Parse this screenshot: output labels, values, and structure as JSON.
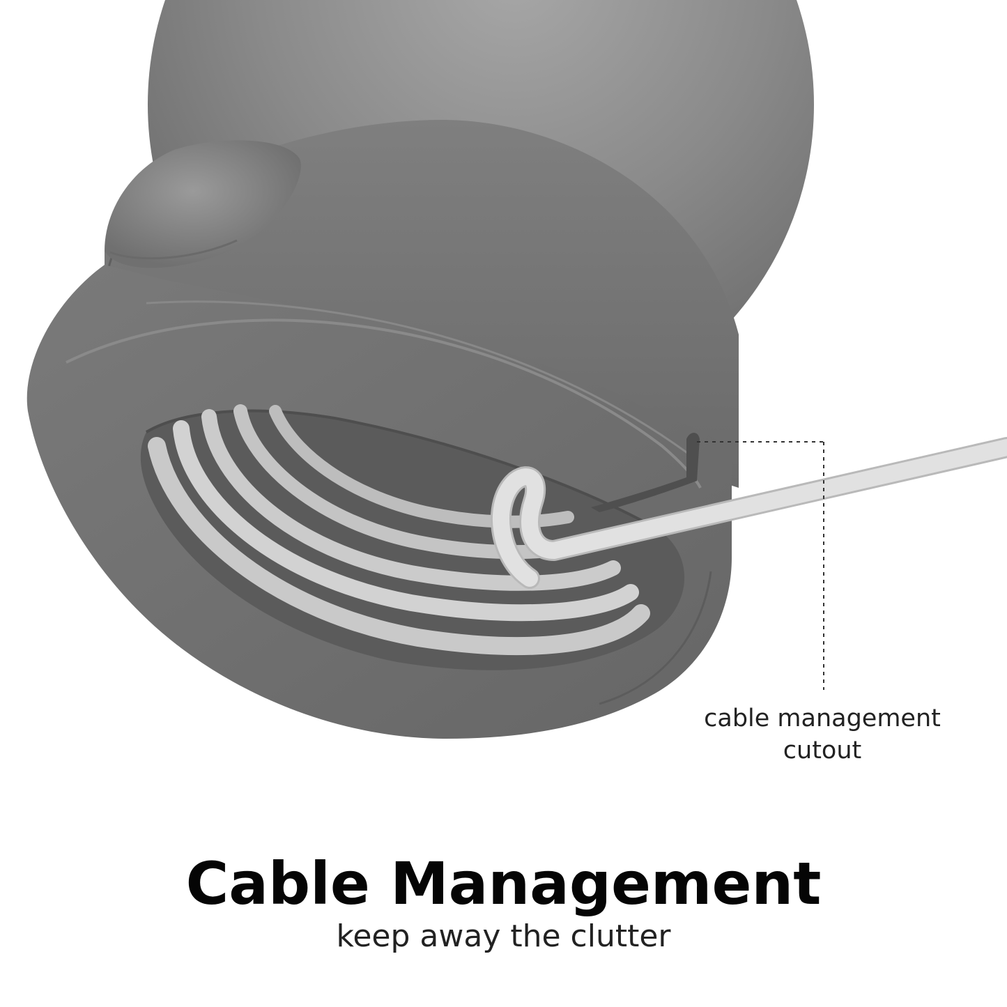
{
  "headline": "Cable Management",
  "subheadline": "keep away the clutter",
  "callout": {
    "line1": "cable management",
    "line2": "cutout"
  },
  "colors": {
    "background": "#ffffff",
    "mount_body": "#6e6e6e",
    "cable": "#dcdcdc",
    "text": "#050505"
  }
}
